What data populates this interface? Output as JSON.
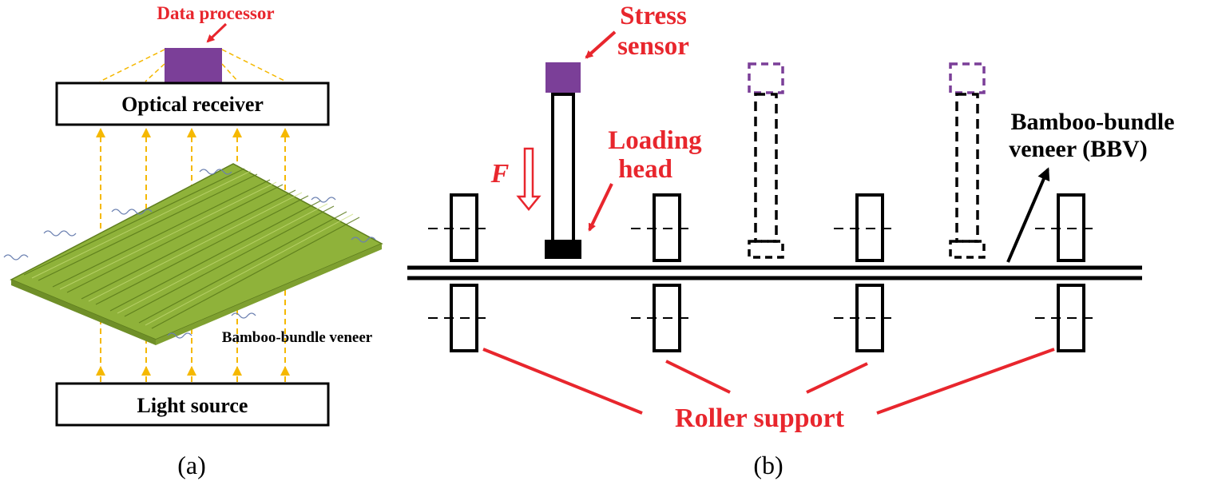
{
  "panel_a": {
    "caption": "(a)",
    "data_processor_label": "Data processor",
    "optical_receiver_label": "Optical receiver",
    "light_source_label": "Light source",
    "veneer_label": "Bamboo-bundle veneer",
    "colors": {
      "processor": "#7b3f98",
      "arrow": "#f5b800",
      "veneer": "#8fb23a",
      "annotation": "#e8262d"
    }
  },
  "panel_b": {
    "caption": "(b)",
    "stress_sensor_label_line1": "Stress",
    "stress_sensor_label_line2": "sensor",
    "loading_head_label_line1": "Loading",
    "loading_head_label_line2": "head",
    "force_label": "F",
    "bbv_label_line1": "Bamboo-bundle",
    "bbv_label_line2": "veneer (BBV)",
    "roller_support_label": "Roller support",
    "colors": {
      "sensor": "#7b3f98",
      "annotation": "#e8262d",
      "line": "#000000"
    }
  }
}
